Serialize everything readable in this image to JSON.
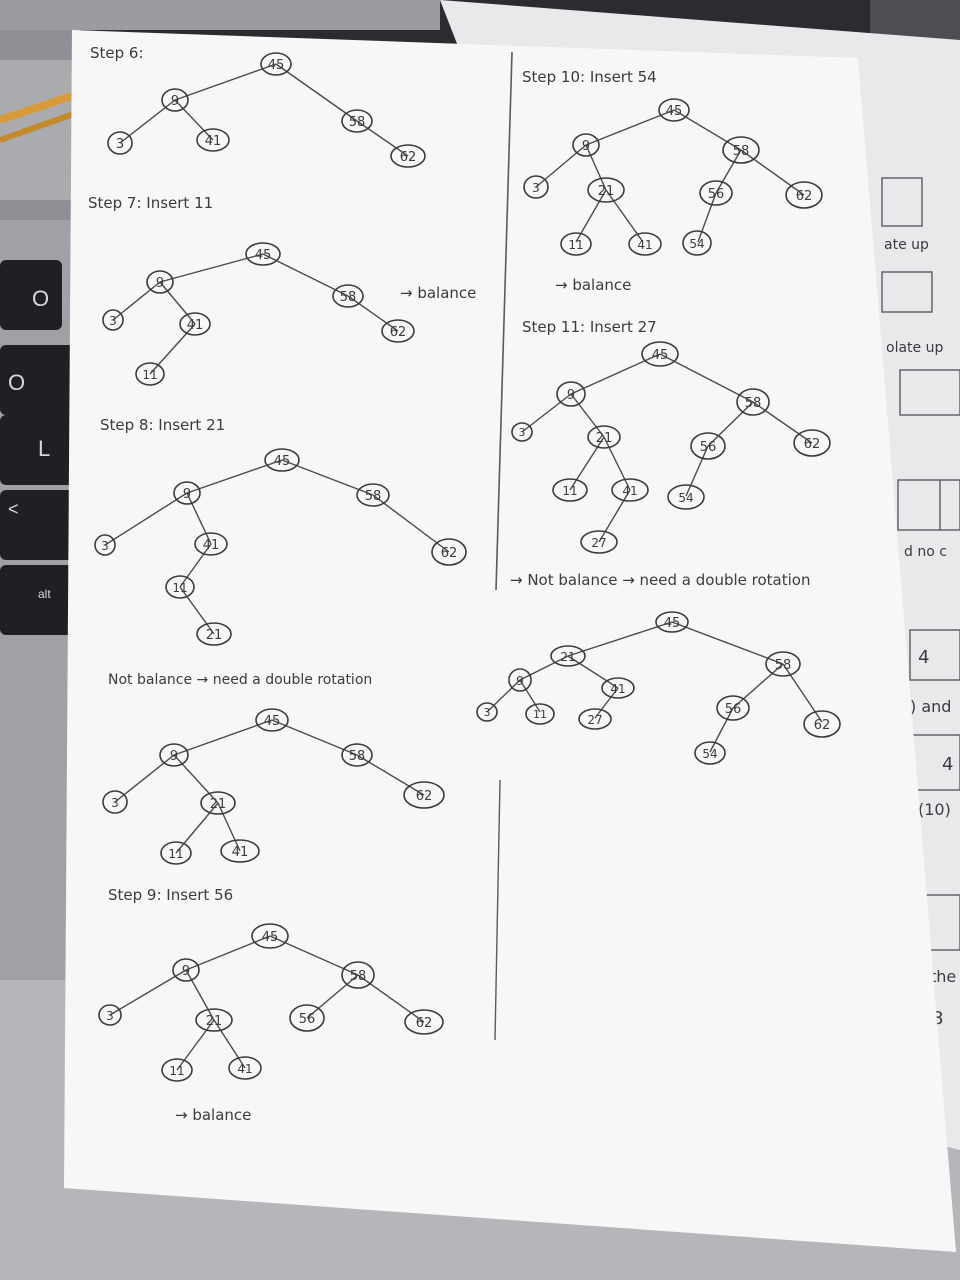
{
  "laptop_keys": {
    "k1": "O",
    "k2": "O",
    "k3": "L",
    "k4": "<",
    "k5": "alt"
  },
  "left_column": {
    "step6": {
      "heading": "Step 6:",
      "nodes": [
        "45",
        "9",
        "58",
        "3",
        "41",
        "62"
      ]
    },
    "step7": {
      "heading": "Step 7: Insert 11",
      "note": "→ balance",
      "nodes": [
        "45",
        "9",
        "58",
        "3",
        "41",
        "62",
        "11"
      ]
    },
    "step8": {
      "heading": "Step 8: Insert 21",
      "nodes": [
        "45",
        "9",
        "58",
        "3",
        "41",
        "62",
        "11",
        "21"
      ],
      "note": "Not balance → need a double rotation",
      "rotated_nodes": [
        "45",
        "9",
        "58",
        "3",
        "21",
        "62",
        "11",
        "41"
      ]
    },
    "step9": {
      "heading": "Step 9: Insert 56",
      "nodes": [
        "45",
        "9",
        "58",
        "3",
        "21",
        "56",
        "62",
        "11",
        "41"
      ],
      "note": "→ balance"
    }
  },
  "right_column": {
    "step10": {
      "heading": "Step 10: Insert 54",
      "nodes": [
        "45",
        "9",
        "58",
        "3",
        "21",
        "56",
        "62",
        "11",
        "41",
        "54"
      ],
      "note": "→ balance"
    },
    "step11": {
      "heading": "Step 11: Insert 27",
      "nodes": [
        "45",
        "9",
        "58",
        "3",
        "21",
        "56",
        "62",
        "11",
        "41",
        "54",
        "27"
      ],
      "note": "→ Not balance → need a double rotation",
      "rotated_nodes": [
        "45",
        "21",
        "58",
        "9",
        "41",
        "56",
        "62",
        "3",
        "11",
        "27",
        "54"
      ]
    }
  },
  "back_page_fragments": {
    "f1": "ate up",
    "f2": "olate up",
    "f3": "d no c",
    "f4": "4",
    "f5": ") and",
    "f6": "4",
    "f7": "(10)",
    "f8": "the",
    "f9": "8"
  }
}
